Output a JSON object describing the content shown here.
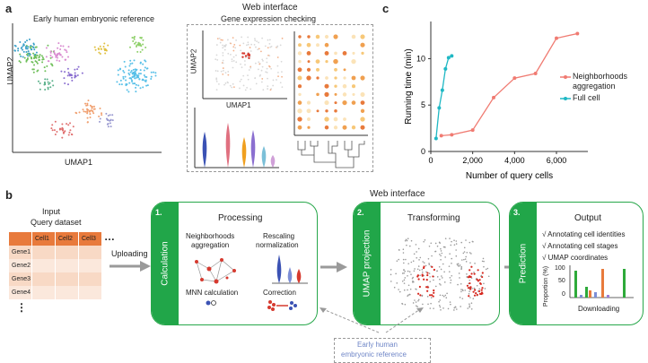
{
  "panel_a": {
    "letter": "a",
    "web_interface": "Web interface",
    "ref_title": "Early human embryonic reference",
    "umap1": "UMAP1",
    "umap2": "UMAP2",
    "gene_title": "Gene expression checking",
    "inset_umap1": "UMAP1",
    "inset_umap2": "UMAP2"
  },
  "panel_c": {
    "letter": "c",
    "legend": [
      "Neighborhoods",
      "aggregation",
      "Full cell"
    ]
  },
  "chart_data": {
    "type": "line",
    "xlabel": "Number of query cells",
    "ylabel": "Running time (min)",
    "xlim": [
      0,
      7500
    ],
    "ylim": [
      0,
      14
    ],
    "x_ticks": [
      "0",
      "2,000",
      "4,000",
      "6,000"
    ],
    "y_ticks": [
      "0",
      "5",
      "10"
    ],
    "series": [
      {
        "name": "Neighborhoods aggregation",
        "color": "#f07b72",
        "x": [
          500,
          1000,
          2000,
          3000,
          4000,
          5000,
          6000,
          7000
        ],
        "y": [
          1.7,
          1.8,
          2.3,
          5.8,
          7.9,
          8.4,
          12.2,
          12.7
        ]
      },
      {
        "name": "Full cell",
        "color": "#1fb8c4",
        "x": [
          250,
          400,
          550,
          700,
          850,
          1000
        ],
        "y": [
          1.4,
          4.7,
          6.6,
          8.9,
          10.1,
          10.3
        ]
      }
    ]
  },
  "panel_b": {
    "letter": "b",
    "web_interface": "Web interface",
    "input": "Input",
    "query_dataset": "Query dataset",
    "cells": [
      "Cell1",
      "Cell2",
      "Cell3"
    ],
    "ellipsis_h": "…",
    "genes": [
      "Gene1",
      "Gene2",
      "Gene3",
      "Gene4"
    ],
    "ellipsis_v": "⋮",
    "uploading": "Uploading",
    "card1": {
      "num": "1.",
      "tab": "Calculation",
      "title": "Processing",
      "items": [
        "Neighborhoods",
        "aggregation",
        "Rescaling",
        "normalization",
        "MNN calculation",
        "Correction"
      ]
    },
    "card2": {
      "num": "2.",
      "tab": "UMAP projection",
      "title": "Transforming"
    },
    "card3": {
      "num": "3.",
      "tab": "Prediction",
      "title": "Output",
      "checks": [
        "Annotating cell identities",
        "Annotating cell stages",
        "UMAP coordinates"
      ],
      "check_mark": "√",
      "ylabel": "Proportion (%)",
      "yticks": [
        "100",
        "50",
        "0"
      ],
      "downloading": "Downloading"
    },
    "reference_box": [
      "Early human",
      "embryonic reference"
    ]
  },
  "colors": {
    "green": "#21a649",
    "orange": "#e87a3c",
    "light_orange": "#f8d9c5",
    "teal": "#1fb8c4",
    "salmon": "#f07b72"
  }
}
